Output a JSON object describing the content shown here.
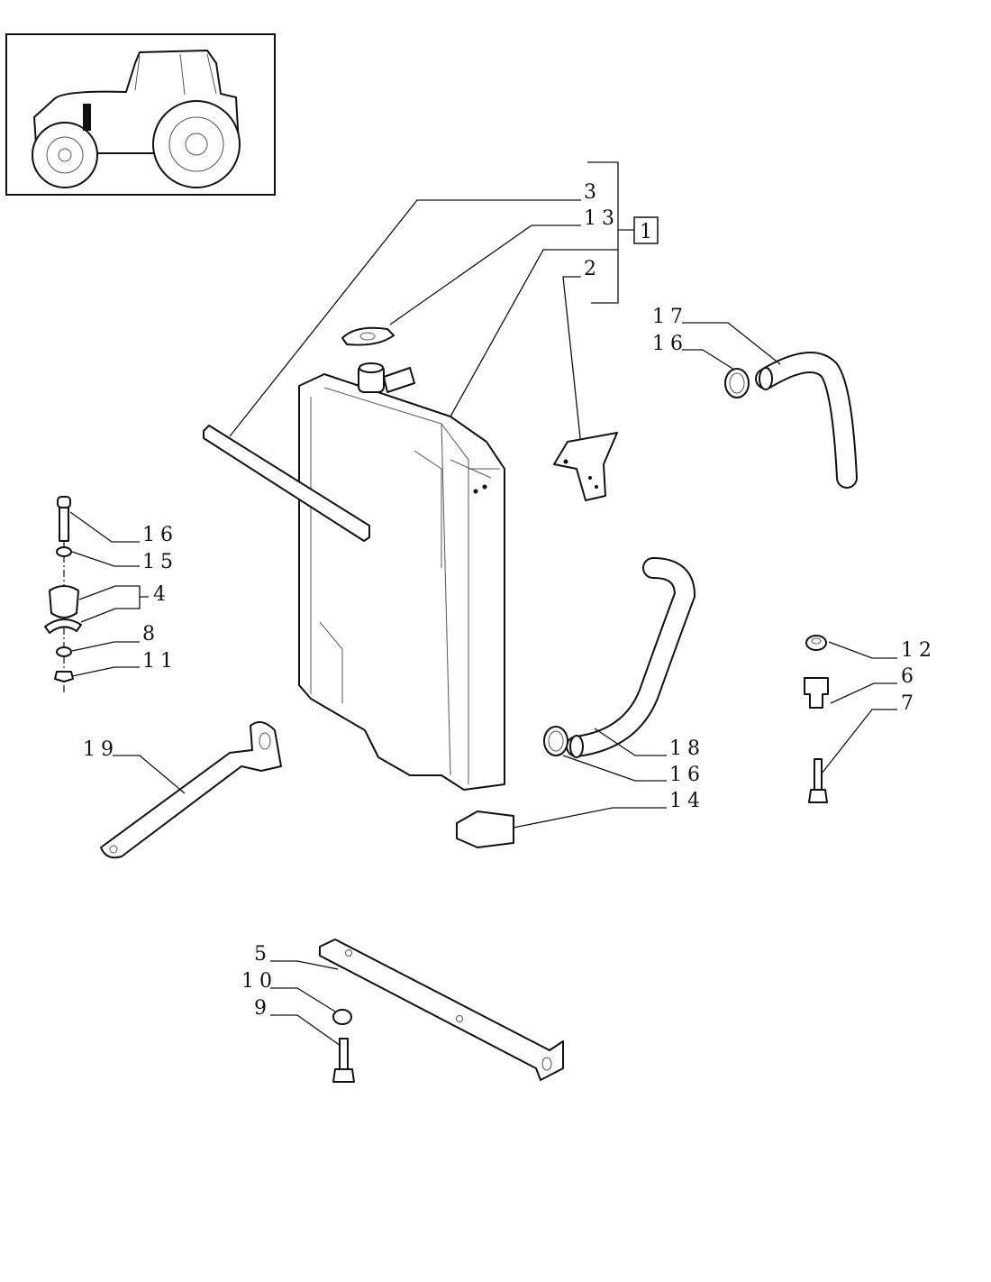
{
  "labels": {
    "l3": "3",
    "l13": "13",
    "l1": "1",
    "l2": "2",
    "l17": "17",
    "l16a": "16",
    "l16b": "16",
    "l15": "15",
    "l4": "4",
    "l8": "8",
    "l11": "11",
    "l12": "12",
    "l6": "6",
    "l7": "7",
    "l19": "19",
    "l18": "18",
    "l16c": "16",
    "l14": "14",
    "l5": "5",
    "l10": "10",
    "l9": "9"
  }
}
